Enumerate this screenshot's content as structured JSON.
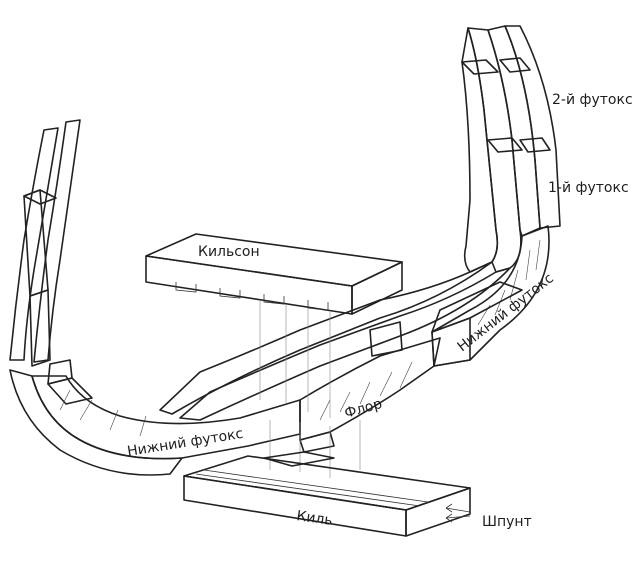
{
  "labels": {
    "second_futtock": "2-й футокс",
    "first_futtock": "1-й футокс",
    "keelson": "Кильсон",
    "lower_futtock_left": "Нижний футокс",
    "lower_futtock_right": "Нижний футокс",
    "floor": "Флор",
    "keel": "Киль",
    "rabbet": "Шпунт"
  }
}
